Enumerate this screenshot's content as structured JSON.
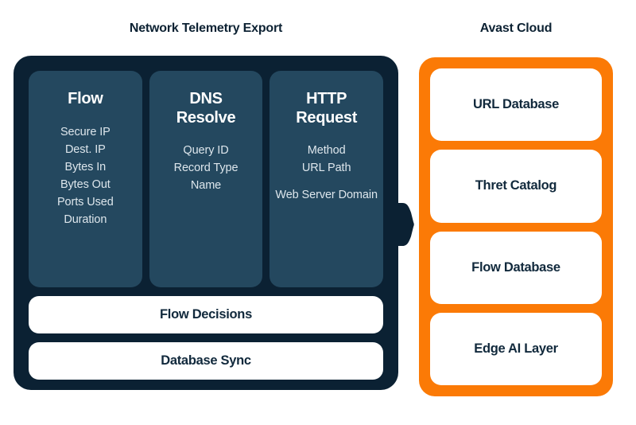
{
  "left_panel": {
    "title": "Network Telemetry Export",
    "cards": [
      {
        "heading": "Flow",
        "fields": [
          "Secure IP",
          "Dest. IP",
          "Bytes In",
          "Bytes Out",
          "Ports Used",
          "Duration"
        ]
      },
      {
        "heading": "DNS Resolve",
        "heading_line1": "DNS",
        "heading_line2": "Resolve",
        "fields": [
          "Query ID",
          "Record Type",
          "Name"
        ]
      },
      {
        "heading": "HTTP Request",
        "heading_line1": "HTTP",
        "heading_line2": "Request",
        "fields": [
          "Method",
          "URL Path",
          "Web Server Domain"
        ]
      }
    ],
    "bars": [
      "Flow Decisions",
      "Database Sync"
    ]
  },
  "right_panel": {
    "title": "Avast Cloud",
    "cards": [
      "URL Database",
      "Thret Catalog",
      "Flow Database",
      "Edge AI Layer"
    ]
  },
  "connector": {
    "name": "arrow-right-icon"
  },
  "colors": {
    "panel_navy": "#0b2133",
    "card_navy": "#24485f",
    "accent_orange": "#fb7a06",
    "text_dark": "#11293c",
    "white": "#ffffff"
  }
}
